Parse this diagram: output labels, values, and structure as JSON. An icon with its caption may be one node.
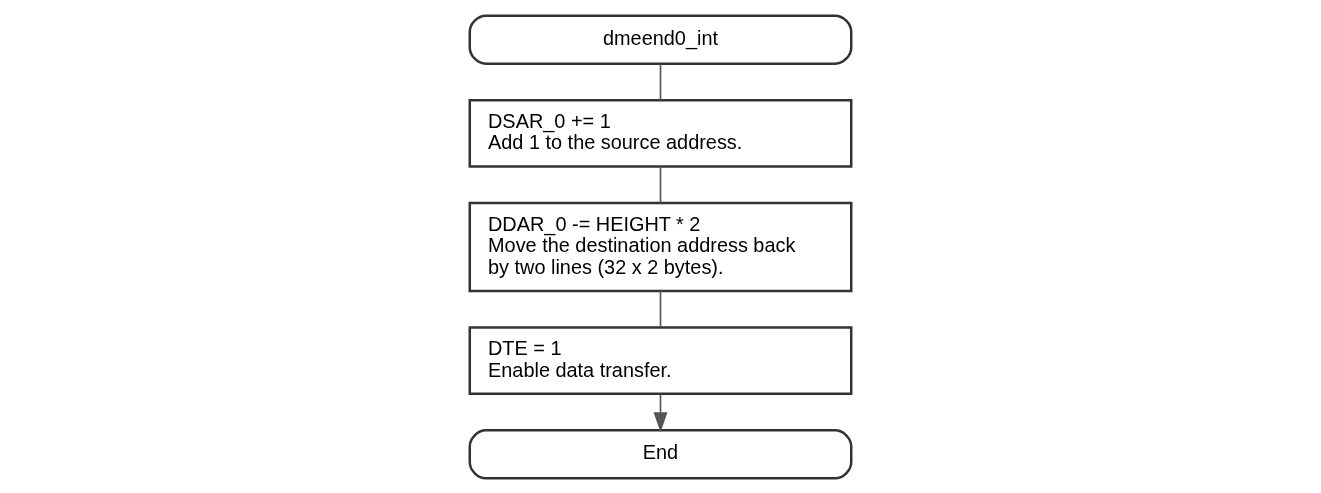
{
  "diagram": {
    "nodes": [
      {
        "text": [
          "dmeend0_int"
        ]
      },
      {
        "text": [
          "DSAR_0 += 1",
          "Add 1 to the source address."
        ]
      },
      {
        "text": [
          "DDAR_0 -= HEIGHT * 2",
          "Move the destination address back by two lines (32 x 2 bytes)."
        ]
      },
      {
        "text": [
          "DTE = 1",
          "Enable data transfer."
        ]
      },
      {
        "text": [
          "End"
        ]
      }
    ],
    "edges": [
      {
        "from": 0,
        "to": 1,
        "arrow": "none"
      },
      {
        "from": 1,
        "to": 2,
        "arrow": "none"
      },
      {
        "from": 2,
        "to": 3,
        "arrow": "none"
      },
      {
        "from": 3,
        "to": 4,
        "arrow": "to"
      }
    ]
  }
}
